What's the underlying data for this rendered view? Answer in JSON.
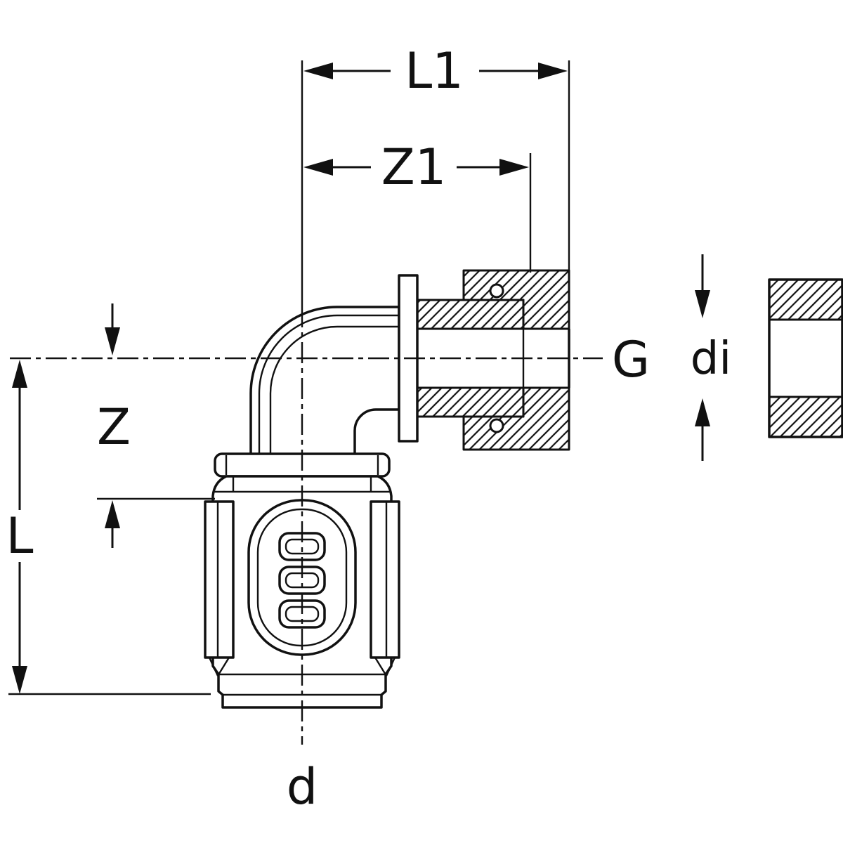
{
  "diagram": {
    "colors": {
      "line": "#111111",
      "background": "#ffffff"
    },
    "labels": {
      "l1": "L1",
      "z1": "Z1",
      "g": "G",
      "di": "di",
      "z": "Z",
      "l": "L",
      "d": "d"
    }
  }
}
